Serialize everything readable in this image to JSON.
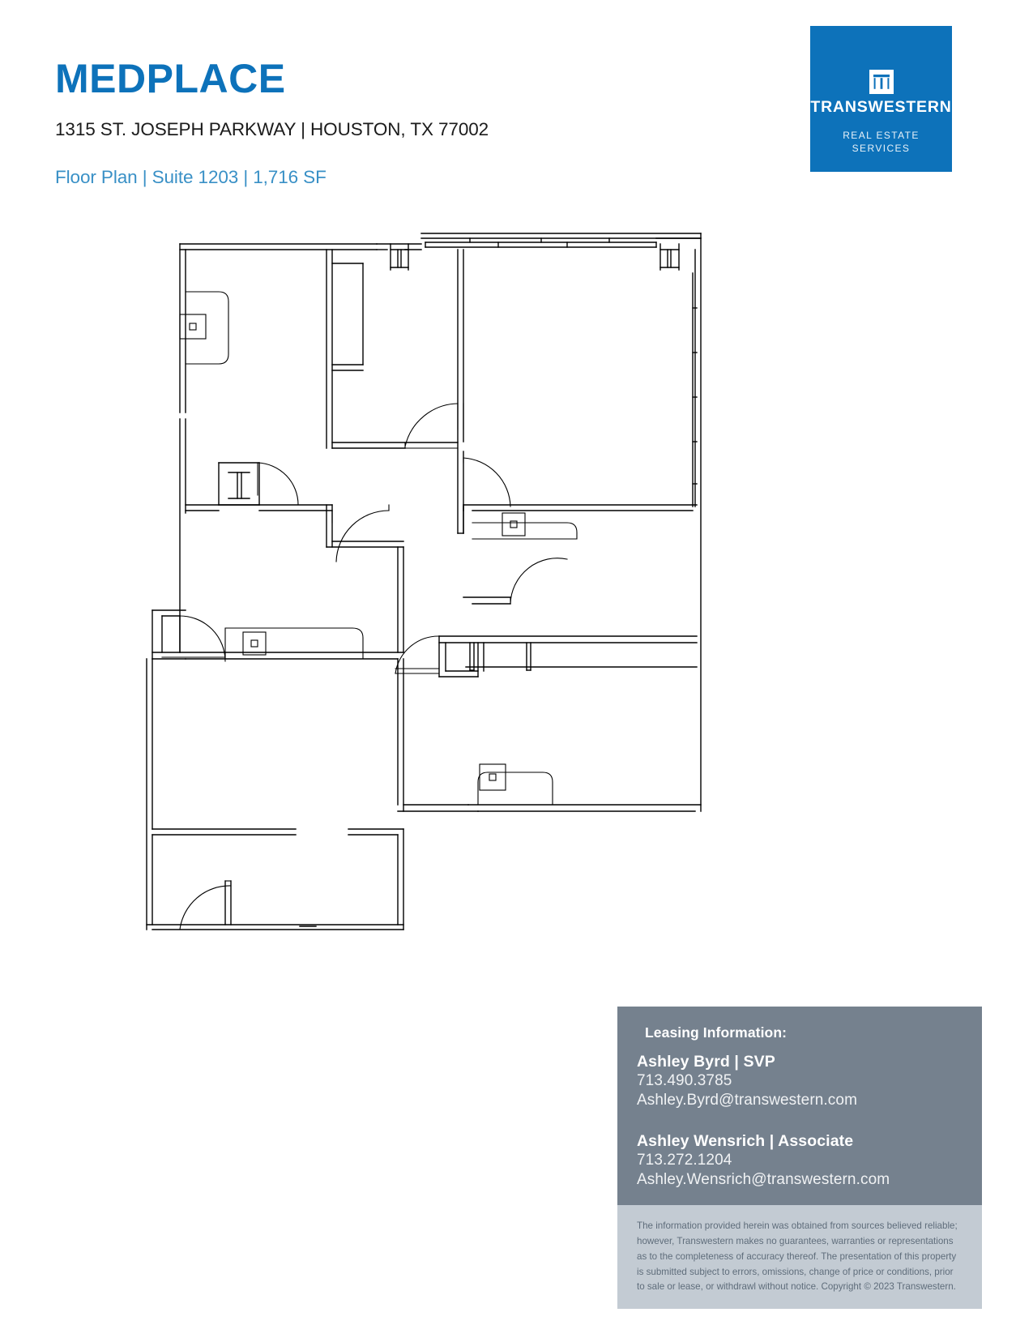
{
  "header": {
    "building_name": "MEDPLACE",
    "address": "1315 ST. JOSEPH PARKWAY | HOUSTON, TX 77002",
    "plan_subtitle": "Floor Plan | Suite 1203 | 1,716 SF",
    "title_color": "#0d72ba",
    "subtitle_color": "#3990c6"
  },
  "logo": {
    "wordmark": "TRANSWESTERN",
    "tagline_line1": "REAL ESTATE",
    "tagline_line2": "SERVICES",
    "background_color": "#0d72ba",
    "mark_name": "transwestern-t-mark"
  },
  "floorplan": {
    "suite_number": "1203",
    "square_feet": "1,716 SF",
    "line_color": "#000000"
  },
  "leasing": {
    "heading": "Leasing Information:",
    "box_color": "#75818e",
    "disclaimer_color": "#c3cbd3",
    "contacts": [
      {
        "name": "Ashley Byrd | SVP",
        "phone": "713.490.3785",
        "email": "Ashley.Byrd@transwestern.com"
      },
      {
        "name": "Ashley Wensrich | Associate",
        "phone": "713.272.1204",
        "email": "Ashley.Wensrich@transwestern.com"
      }
    ],
    "disclaimer": "The information provided herein was obtained from sources believed reliable; however, Transwestern makes no guarantees, warranties or representations as to the completeness of accuracy thereof. The presentation of this property is submitted subject to errors, omissions, change of price or conditions, prior to sale or lease, or withdrawl without notice. Copyright © 2023 Transwestern."
  }
}
